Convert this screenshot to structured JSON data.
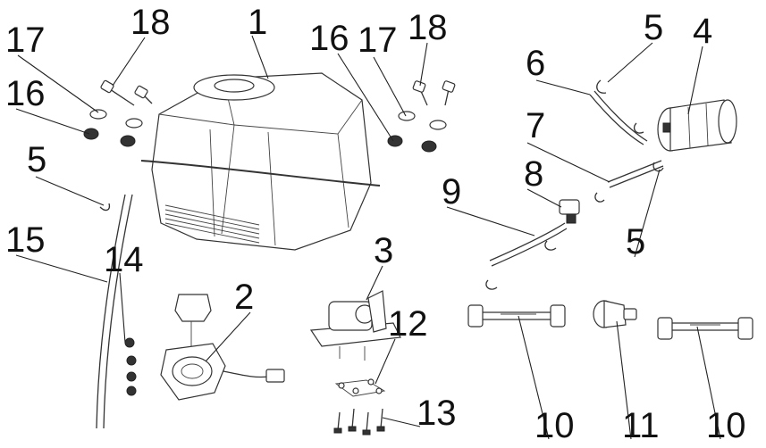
{
  "callouts": [
    {
      "id": "c1",
      "label": "1"
    },
    {
      "id": "c2",
      "label": "2"
    },
    {
      "id": "c3",
      "label": "3"
    },
    {
      "id": "c4",
      "label": "4"
    },
    {
      "id": "c5a",
      "label": "5"
    },
    {
      "id": "c5b",
      "label": "5"
    },
    {
      "id": "c5c",
      "label": "5"
    },
    {
      "id": "c6",
      "label": "6"
    },
    {
      "id": "c7",
      "label": "7"
    },
    {
      "id": "c8",
      "label": "8"
    },
    {
      "id": "c9",
      "label": "9"
    },
    {
      "id": "c10a",
      "label": "10"
    },
    {
      "id": "c10b",
      "label": "10"
    },
    {
      "id": "c11",
      "label": "11"
    },
    {
      "id": "c12",
      "label": "12"
    },
    {
      "id": "c13",
      "label": "13"
    },
    {
      "id": "c14",
      "label": "14"
    },
    {
      "id": "c15",
      "label": "15"
    },
    {
      "id": "c16a",
      "label": "16"
    },
    {
      "id": "c16b",
      "label": "16"
    },
    {
      "id": "c17a",
      "label": "17"
    },
    {
      "id": "c17b",
      "label": "17"
    },
    {
      "id": "c18a",
      "label": "18"
    },
    {
      "id": "c18b",
      "label": "18"
    }
  ]
}
